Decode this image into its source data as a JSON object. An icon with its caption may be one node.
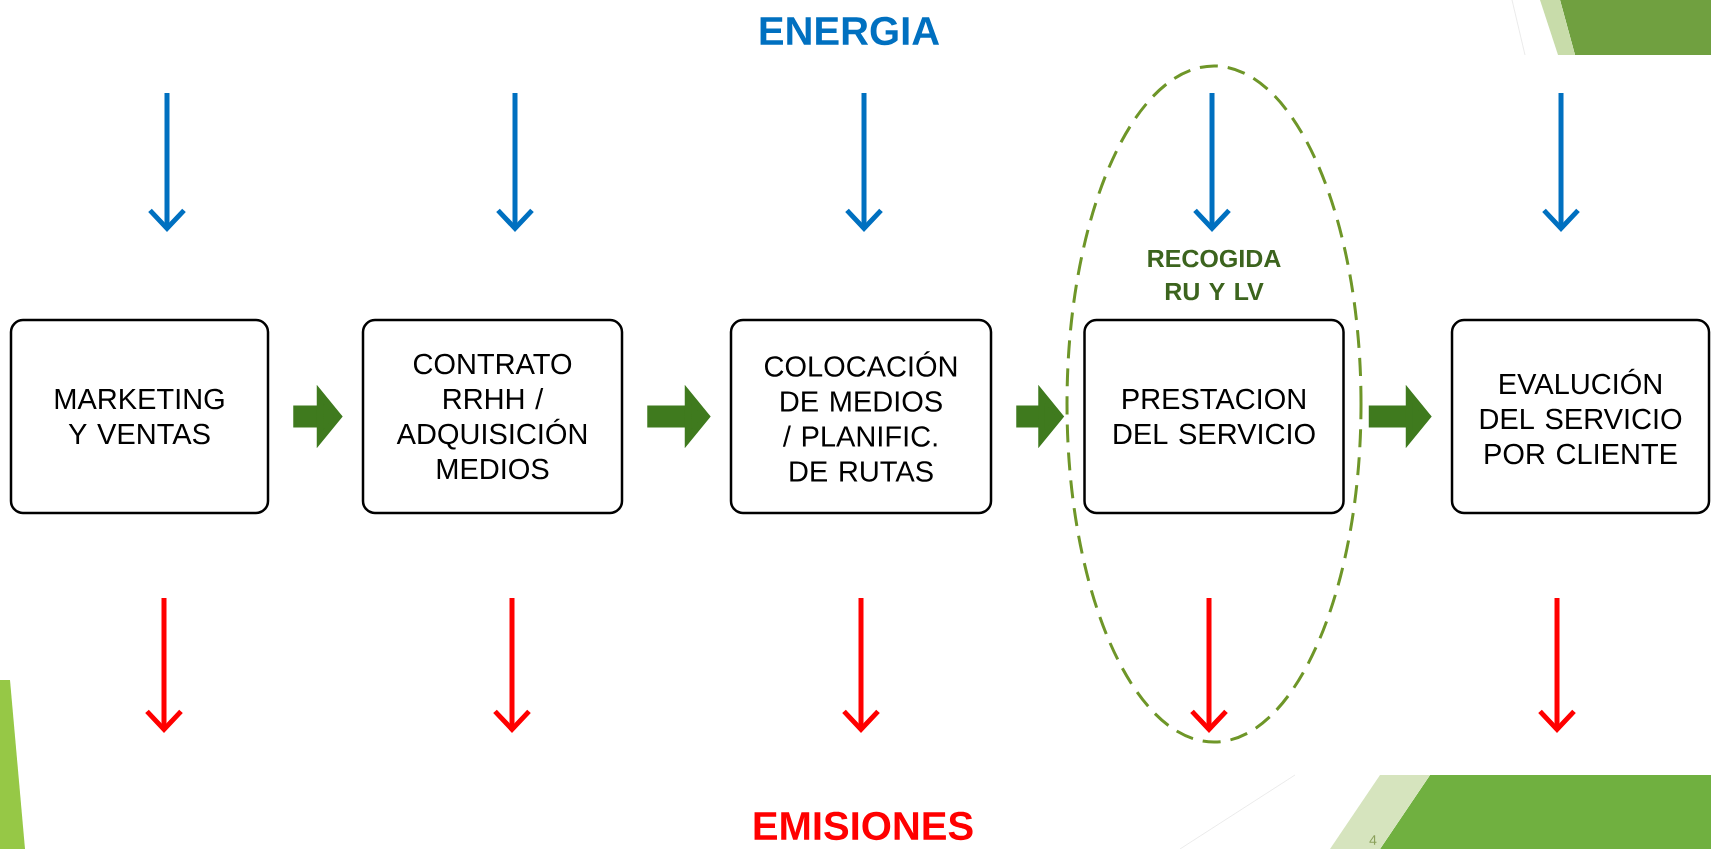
{
  "diagram": {
    "nodes": [
      {
        "text": [
          "MARKETING Y VENTAS"
        ]
      },
      {
        "text": [
          "CONTRATO RRHH / ADQUISICIÓN MEDIOS"
        ]
      },
      {
        "text": [
          "COLOCACIÓN DE MEDIOS / PLANIFIC. DE RUTAS"
        ]
      },
      {
        "text": [
          "RECOGIDA RU Y LV"
        ]
      },
      {
        "text": [
          "PRESTACION DEL SERVICIO"
        ],
        "in": 3
      },
      {
        "text": [
          "EVALUCIÓN DEL SERVICIO POR CLIENTE"
        ]
      }
    ],
    "edges": [
      {
        "from": 0,
        "to": 1,
        "arrow": "to"
      },
      {
        "from": 1,
        "to": 2,
        "arrow": "to"
      },
      {
        "from": 2,
        "to": 4,
        "arrow": "to"
      },
      {
        "from": 4,
        "to": 5,
        "arrow": "to"
      }
    ],
    "labels": [
      "ENERGIA",
      "EMISIONES",
      "4"
    ]
  }
}
